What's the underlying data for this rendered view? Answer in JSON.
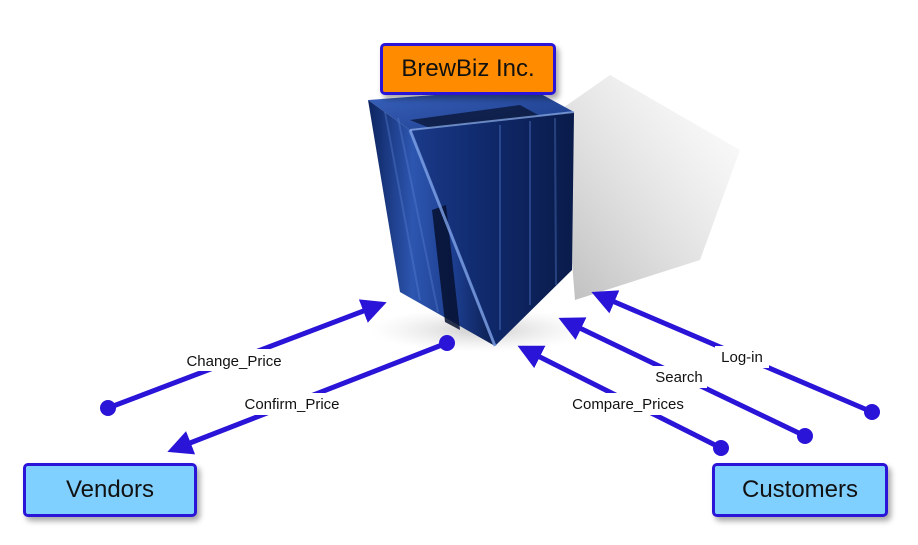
{
  "organization": {
    "name": "BrewBiz Inc."
  },
  "actors": {
    "vendors": "Vendors",
    "customers": "Customers"
  },
  "flows": {
    "change_price": "Change_Price",
    "confirm_price": "Confirm_Price",
    "compare_prices": "Compare_Prices",
    "search": "Search",
    "log_in": "Log-in"
  },
  "colors": {
    "arrow": "#2a14d8",
    "org_box": "#ff8c00",
    "actor_box": "#7fcfff",
    "server": "#1c3f8f"
  },
  "icons": {
    "server": "server-tower-icon"
  }
}
